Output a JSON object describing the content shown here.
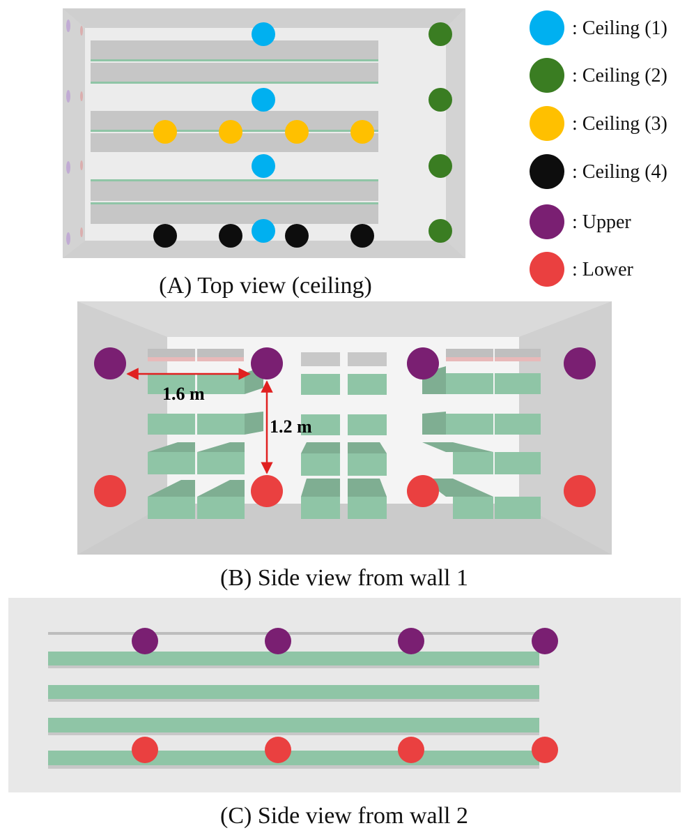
{
  "legend": {
    "items": [
      {
        "label": ": Ceiling (1)",
        "color": "#00B0F0"
      },
      {
        "label": ": Ceiling (2)",
        "color": "#3A7D22"
      },
      {
        "label": ": Ceiling (3)",
        "color": "#FFC000"
      },
      {
        "label": ": Ceiling (4)",
        "color": "#0D0D0D"
      },
      {
        "label": ": Upper",
        "color": "#7A1F72"
      },
      {
        "label": ": Lower",
        "color": "#EA4040"
      }
    ]
  },
  "panels": {
    "a": {
      "caption": "(A) Top view (ceiling)"
    },
    "b": {
      "caption": "(B) Side view from wall 1",
      "dim_horizontal": "1.6 m",
      "dim_vertical": "1.2 m"
    },
    "c": {
      "caption": "(C) Side view from wall 2"
    }
  },
  "colors": {
    "wall": "#E6E6E6",
    "shelf_grey": "#C8C8C8",
    "shelf_green": "#8FC5A6",
    "arrow": "#E02020"
  }
}
